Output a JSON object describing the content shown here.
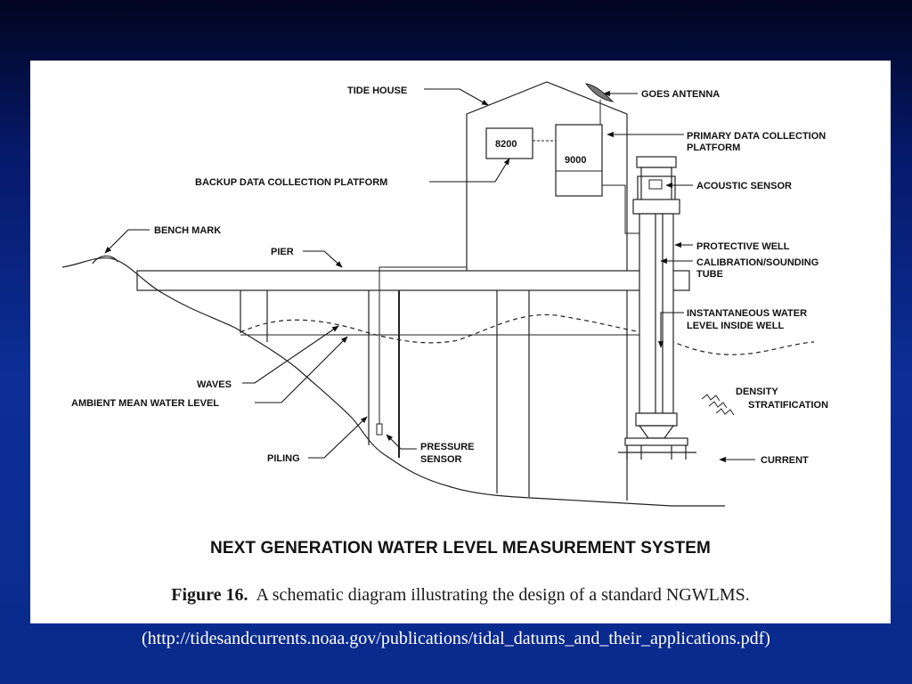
{
  "figure": {
    "labels": {
      "tide_house": "TIDE HOUSE",
      "goes_antenna": "GOES ANTENNA",
      "primary_dcp_line1": "PRIMARY DATA COLLECTION",
      "primary_dcp_line2": "PLATFORM",
      "box_8200": "8200",
      "box_9000": "9000",
      "backup_dcp": "BACKUP DATA COLLECTION PLATFORM",
      "acoustic_sensor": "ACOUSTIC SENSOR",
      "bench_mark": "BENCH MARK",
      "pier": "PIER",
      "protective_well": "PROTECTIVE WELL",
      "calibration_line1": "CALIBRATION/SOUNDING",
      "calibration_line2": "TUBE",
      "instantaneous_line1": "INSTANTANEOUS WATER",
      "instantaneous_line2": "LEVEL INSIDE WELL",
      "waves": "WAVES",
      "ambient": "AMBIENT MEAN WATER LEVEL",
      "density_line1": "DENSITY",
      "density_line2": "STRATIFICATION",
      "pressure_line1": "PRESSURE",
      "pressure_line2": "SENSOR",
      "piling": "PILING",
      "current": "CURRENT"
    },
    "title": "NEXT GENERATION WATER LEVEL MEASUREMENT SYSTEM",
    "caption_label": "Figure 16.",
    "caption_text": "A schematic diagram illustrating the design of a standard NGWLMS."
  },
  "source": "(http://tidesandcurrents.noaa.gov/publications/tidal_datums_and_their_applications.pdf)"
}
